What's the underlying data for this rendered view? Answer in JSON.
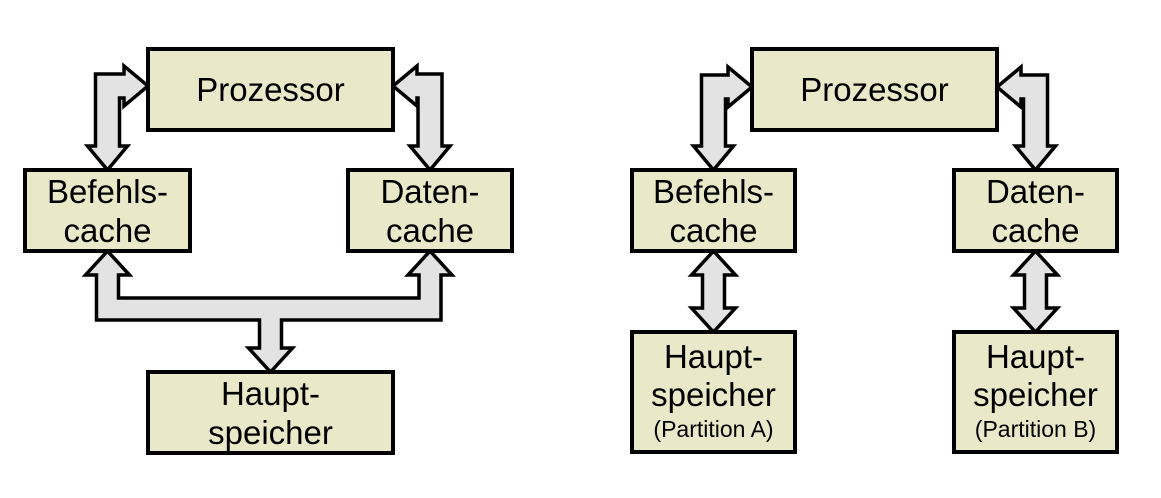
{
  "colors": {
    "box_fill": "#e9e9c9",
    "box_border": "#000000",
    "arrow_fill": "#e3e3e3",
    "arrow_border": "#000000",
    "text": "#000000",
    "background": "#ffffff"
  },
  "left_diagram": {
    "variant": "shared-main-memory",
    "processor": "Prozessor",
    "instruction_cache": [
      "Befehls-",
      "cache"
    ],
    "data_cache": [
      "Daten-",
      "cache"
    ],
    "main_memory": [
      "Haupt-",
      "speicher"
    ]
  },
  "right_diagram": {
    "variant": "partitioned-main-memory",
    "processor": "Prozessor",
    "instruction_cache": [
      "Befehls-",
      "cache"
    ],
    "data_cache": [
      "Daten-",
      "cache"
    ],
    "main_memory_a": [
      "Haupt-",
      "speicher",
      "(Partition A)"
    ],
    "main_memory_b": [
      "Haupt-",
      "speicher",
      "(Partition B)"
    ]
  }
}
